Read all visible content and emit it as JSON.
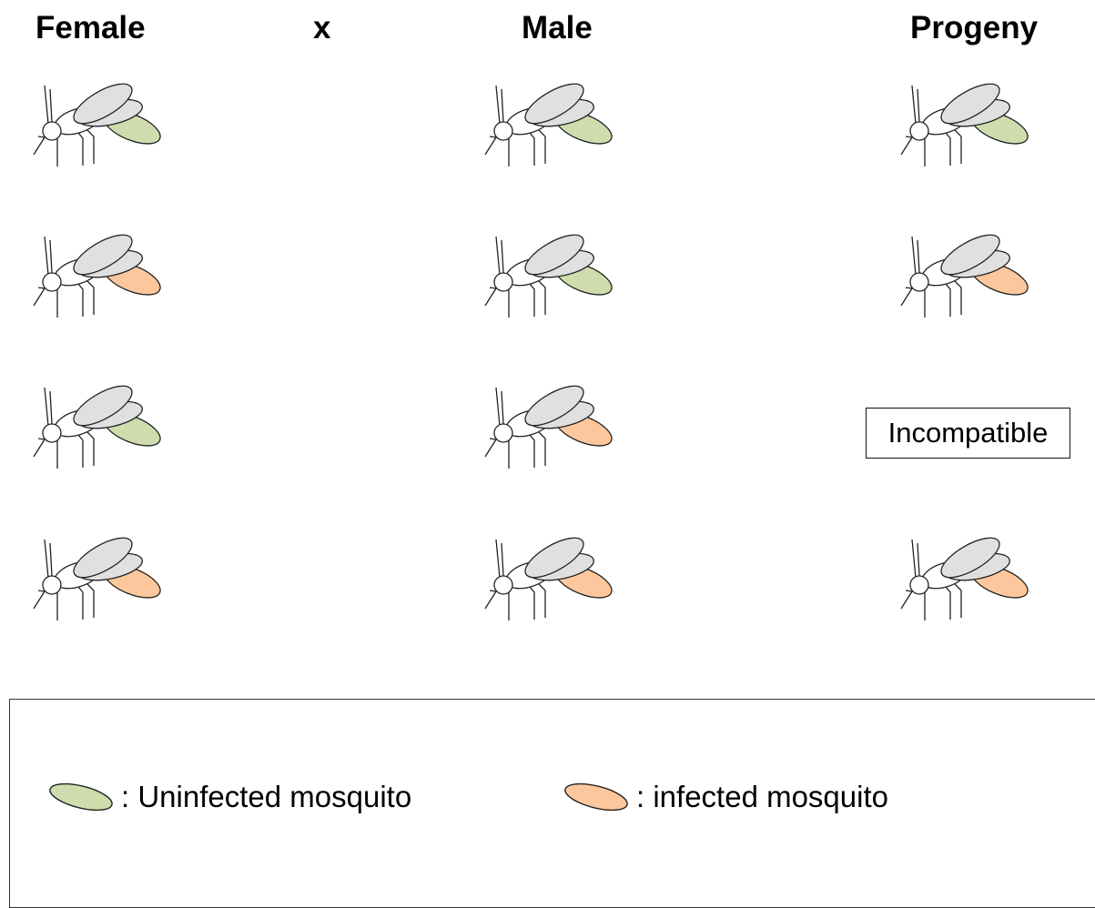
{
  "headers": {
    "female": "Female",
    "cross": "x",
    "male": "Male",
    "progeny": "Progeny"
  },
  "colors": {
    "uninfected": "#cfdcae",
    "infected": "#fcc79c",
    "wing": "#e0e0e0",
    "outline": "#222222"
  },
  "rows": [
    {
      "female": "uninfected",
      "male": "uninfected",
      "progeny": "uninfected"
    },
    {
      "female": "infected",
      "male": "uninfected",
      "progeny": "infected"
    },
    {
      "female": "uninfected",
      "male": "infected",
      "progeny": "incompatible"
    },
    {
      "female": "infected",
      "male": "infected",
      "progeny": "infected"
    }
  ],
  "incompatible_label": "Incompatible",
  "legend": {
    "uninfected_label": ": Uninfected mosquito",
    "infected_label": ": infected mosquito"
  }
}
